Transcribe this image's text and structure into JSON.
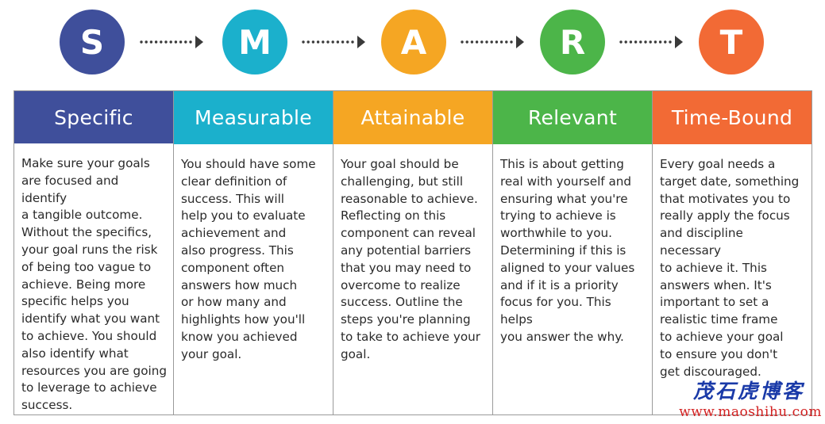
{
  "colors": {
    "specific": "#3f4f9b",
    "measurable": "#1bb0cc",
    "attainable": "#f5a623",
    "relevant": "#4cb549",
    "time_bound": "#f26a35",
    "arrow": "#3a3a3a"
  },
  "letters": [
    "S",
    "M",
    "A",
    "R",
    "T"
  ],
  "columns": [
    {
      "title": "Specific",
      "lines": [
        "Make sure your goals",
        "are focused and identify",
        "a tangible outcome.",
        "Without the specifics,",
        "your goal runs the risk",
        "of being too vague to",
        "achieve. Being more",
        "specific helps you",
        "identify what you want",
        "to achieve. You should",
        "also identify what",
        "resources you are going",
        "to leverage to achieve",
        "success."
      ]
    },
    {
      "title": "Measurable",
      "lines": [
        "You should have some",
        "clear definition of",
        "success. This will",
        "help you to evaluate",
        "achievement and",
        "also progress. This",
        "component often",
        "answers how much",
        "or how many and",
        "highlights how you'll",
        "know you achieved",
        "your goal."
      ]
    },
    {
      "title": "Attainable",
      "lines": [
        "Your goal should be",
        "challenging, but still",
        "reasonable to achieve.",
        "Reflecting on this",
        "component can reveal",
        "any potential barriers",
        "that you may need to",
        "overcome to realize",
        "success. Outline the",
        "steps you're planning",
        "to take to achieve your",
        "goal."
      ]
    },
    {
      "title": "Relevant",
      "lines": [
        "This is about getting",
        "real with yourself and",
        "ensuring what you're",
        "trying to achieve is",
        "worthwhile to you.",
        "Determining if this is",
        "aligned to your values",
        "and if it is a priority",
        "focus for you. This helps",
        "you answer the why."
      ]
    },
    {
      "title": "Time-Bound",
      "lines": [
        "Every goal needs a",
        "target date, something",
        "that motivates you to",
        "really apply the focus",
        "and discipline necessary",
        "to achieve it. This",
        "answers when. It's",
        "important to set a",
        "realistic time frame",
        "to achieve your goal",
        "to ensure you don't",
        "get discouraged."
      ]
    }
  ],
  "watermark": {
    "chinese": "茂石虎博客",
    "url": "www.maoshihu.com"
  }
}
